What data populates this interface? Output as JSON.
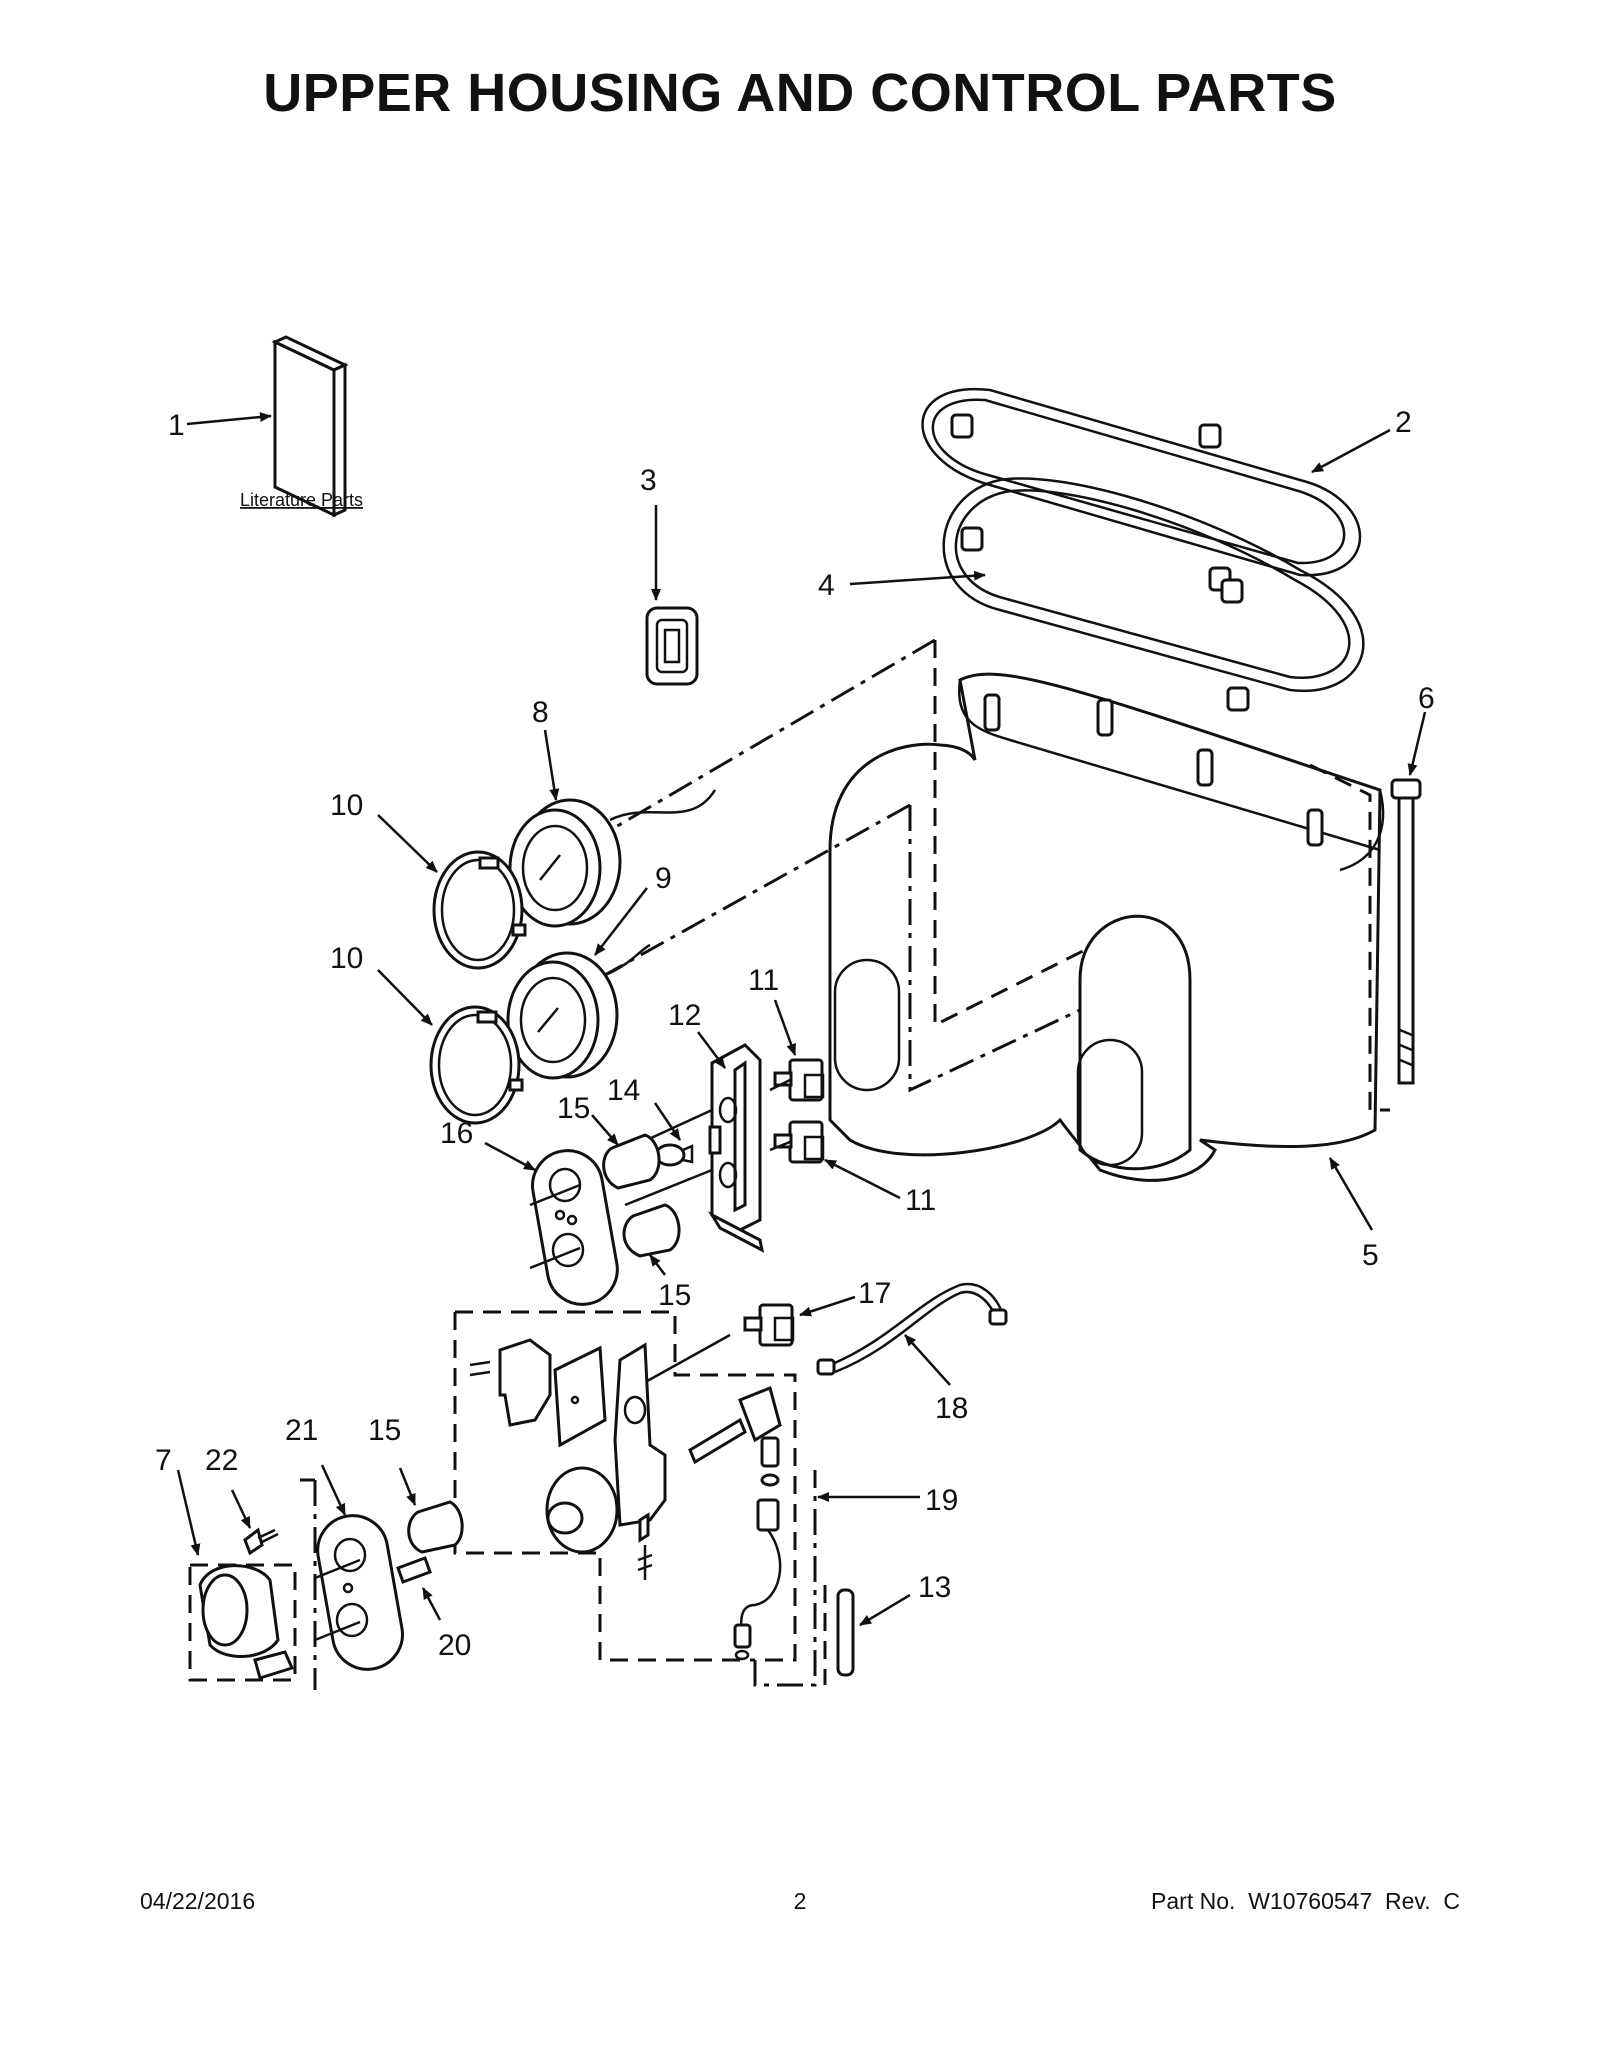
{
  "page": {
    "title": "UPPER HOUSING AND CONTROL PARTS",
    "literature_label": "Literature Parts",
    "footer": {
      "date": "04/22/2016",
      "page_number": "2",
      "part_number": "Part No.  W10760547  Rev.  C"
    }
  },
  "callouts": {
    "c1": "1",
    "c2": "2",
    "c3": "3",
    "c4": "4",
    "c5": "5",
    "c6": "6",
    "c7": "7",
    "c8": "8",
    "c9": "9",
    "c10a": "10",
    "c10b": "10",
    "c11a": "11",
    "c11b": "11",
    "c12": "12",
    "c13": "13",
    "c14": "14",
    "c15a": "15",
    "c15b": "15",
    "c15c": "15",
    "c16": "16",
    "c17": "17",
    "c18": "18",
    "c19": "19",
    "c20": "20",
    "c21": "21",
    "c22": "22"
  }
}
